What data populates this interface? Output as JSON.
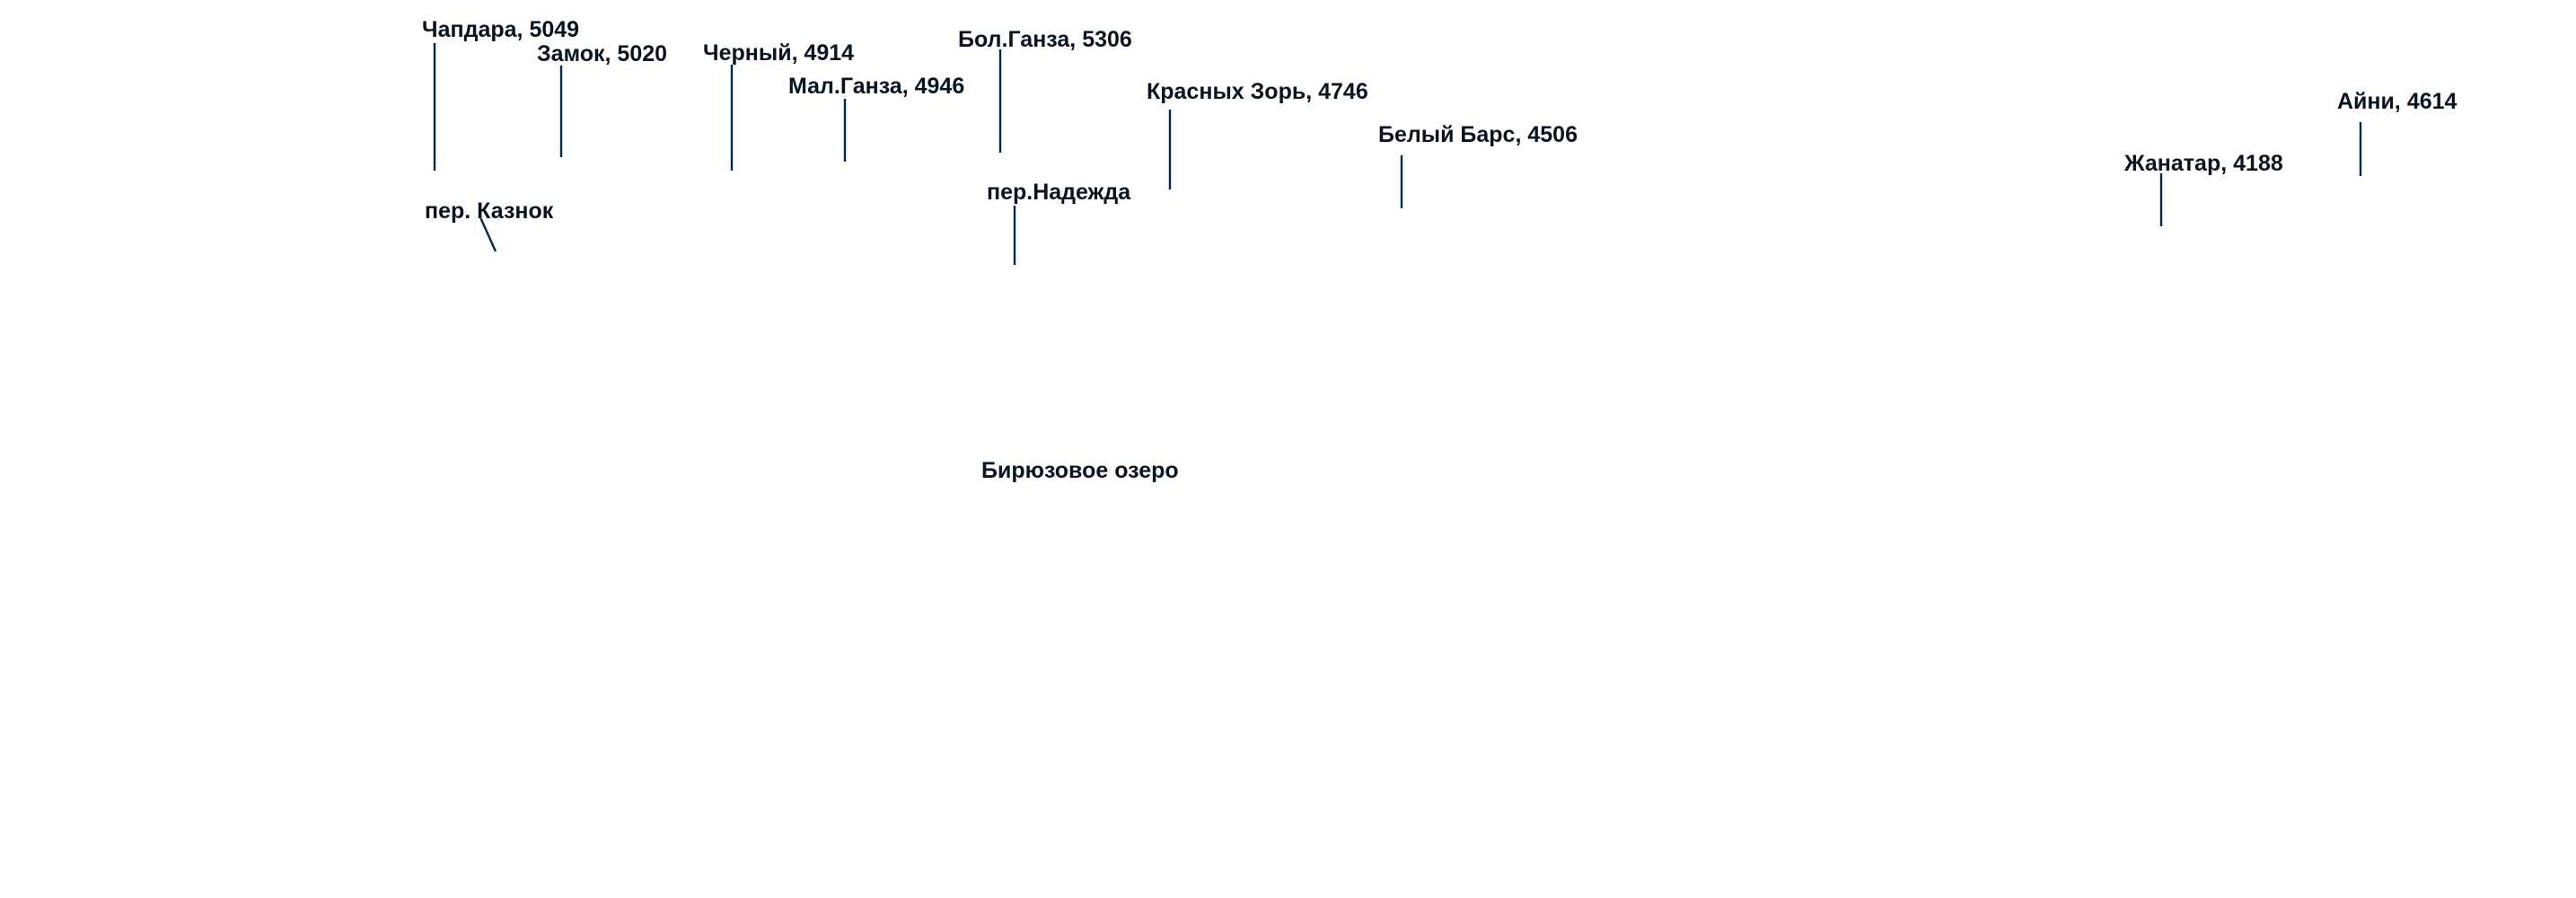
{
  "map": {
    "colors": {
      "label": "#0a1420",
      "leader": "#00294d",
      "background": "#ffffff"
    },
    "peaks": [
      {
        "name": "Чапдара",
        "elev": 5049
      },
      {
        "name": "Замок",
        "elev": 5020
      },
      {
        "name": "Черный",
        "elev": 4914
      },
      {
        "name": "Мал.Ганза",
        "elev": 4946
      },
      {
        "name": "Бол.Ганза",
        "elev": 5306
      },
      {
        "name": "Красных Зорь",
        "elev": 4746
      },
      {
        "name": "Белый Барс",
        "elev": 4506
      },
      {
        "name": "Жанатар",
        "elev": 4188
      },
      {
        "name": "Айни",
        "elev": 4614
      }
    ],
    "passes": [
      {
        "name": "пер. Казнок"
      },
      {
        "name": "пер.Надежда"
      }
    ],
    "lake": {
      "name": "Бирюзовое озеро"
    }
  }
}
